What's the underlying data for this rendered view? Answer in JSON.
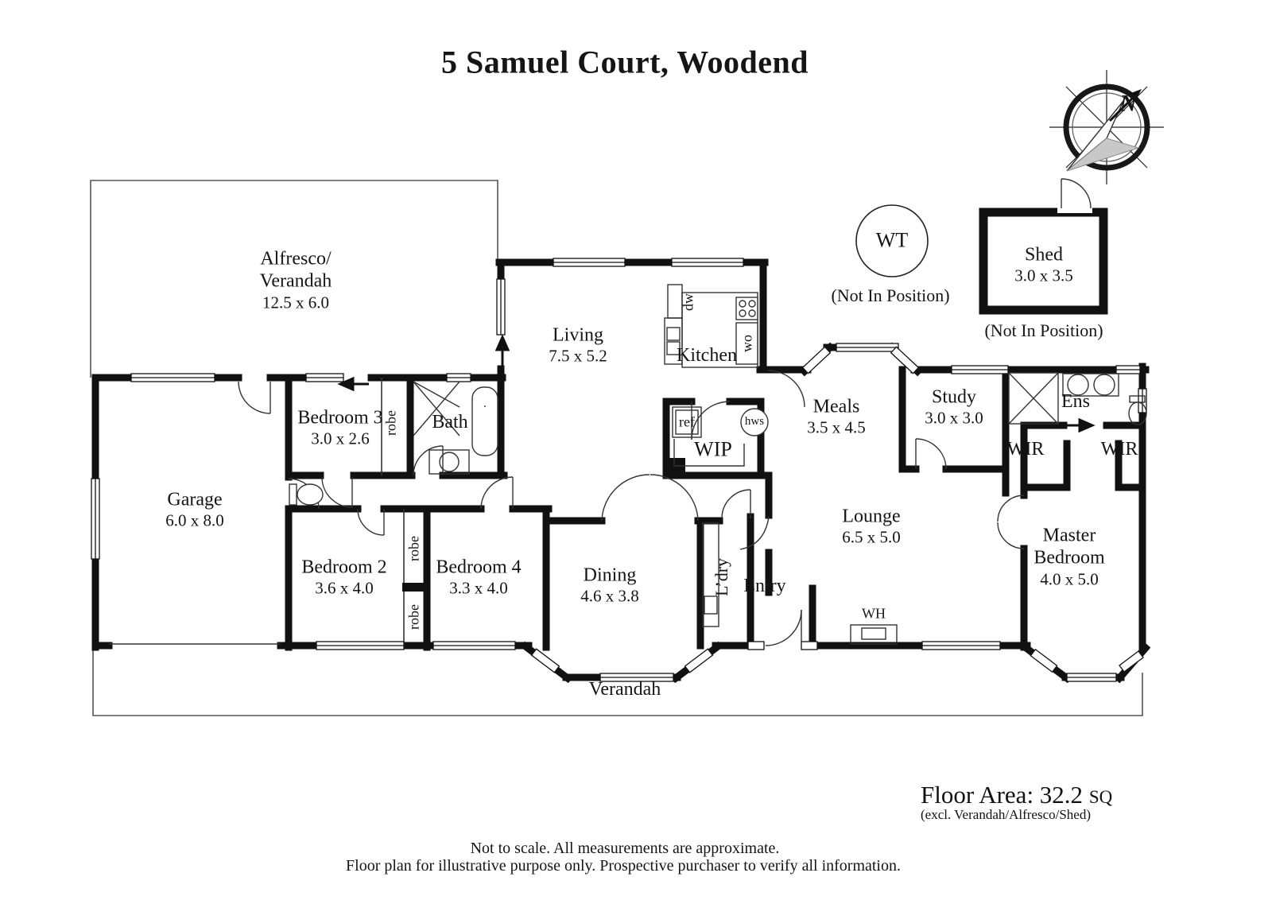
{
  "title": "5 Samuel Court, Woodend",
  "rooms": [
    {
      "name": "Alfresco/",
      "name2": "Verandah",
      "dims": "12.5 x 6.0"
    },
    {
      "name": "Living",
      "dims": "7.5 x 5.2"
    },
    {
      "name": "Kitchen"
    },
    {
      "name": "Bedroom 3",
      "dims": "3.0 x 2.6"
    },
    {
      "name": "Bath"
    },
    {
      "name": "Garage",
      "dims": "6.0 x 8.0"
    },
    {
      "name": "Bedroom 2",
      "dims": "3.6 x 4.0"
    },
    {
      "name": "Bedroom 4",
      "dims": "3.3 x 4.0"
    },
    {
      "name": "Dining",
      "dims": "4.6 x 3.8"
    },
    {
      "name": "Meals",
      "dims": "3.5 x 4.5"
    },
    {
      "name": "Study",
      "dims": "3.0 x 3.0"
    },
    {
      "name": "Ens"
    },
    {
      "name": "WIR"
    },
    {
      "name": "WIR"
    },
    {
      "name": "Lounge",
      "dims": "6.5 x 5.0"
    },
    {
      "name": "Master",
      "name2": "Bedroom",
      "dims": "4.0 x 5.0"
    },
    {
      "name": "Entry"
    },
    {
      "name": "WIP"
    },
    {
      "name": "Verandah"
    }
  ],
  "fixtures": {
    "robe": "robe",
    "dw": "dw",
    "wo": "wo",
    "ref": "ref",
    "hws": "hws",
    "wh": "WH",
    "ldry": "L’dry"
  },
  "outbuildings": {
    "wt": "WT",
    "wt_note": "(Not In Position)",
    "shed_name": "Shed",
    "shed_dims": "3.0 x 3.5",
    "shed_note": "(Not In Position)"
  },
  "compass": {
    "north": "N"
  },
  "footer": {
    "floor_area": "Floor Area: 32.2",
    "unit": "SQ",
    "excl": "(excl. Verandah/Alfresco/Shed)",
    "line1": "Not to scale. All measurements are approximate.",
    "line2": "Floor plan for illustrative purpose only. Prospective purchaser to verify all information."
  },
  "colors": {
    "wall": "#111111",
    "thin": "#444444",
    "bg": "#ffffff"
  }
}
